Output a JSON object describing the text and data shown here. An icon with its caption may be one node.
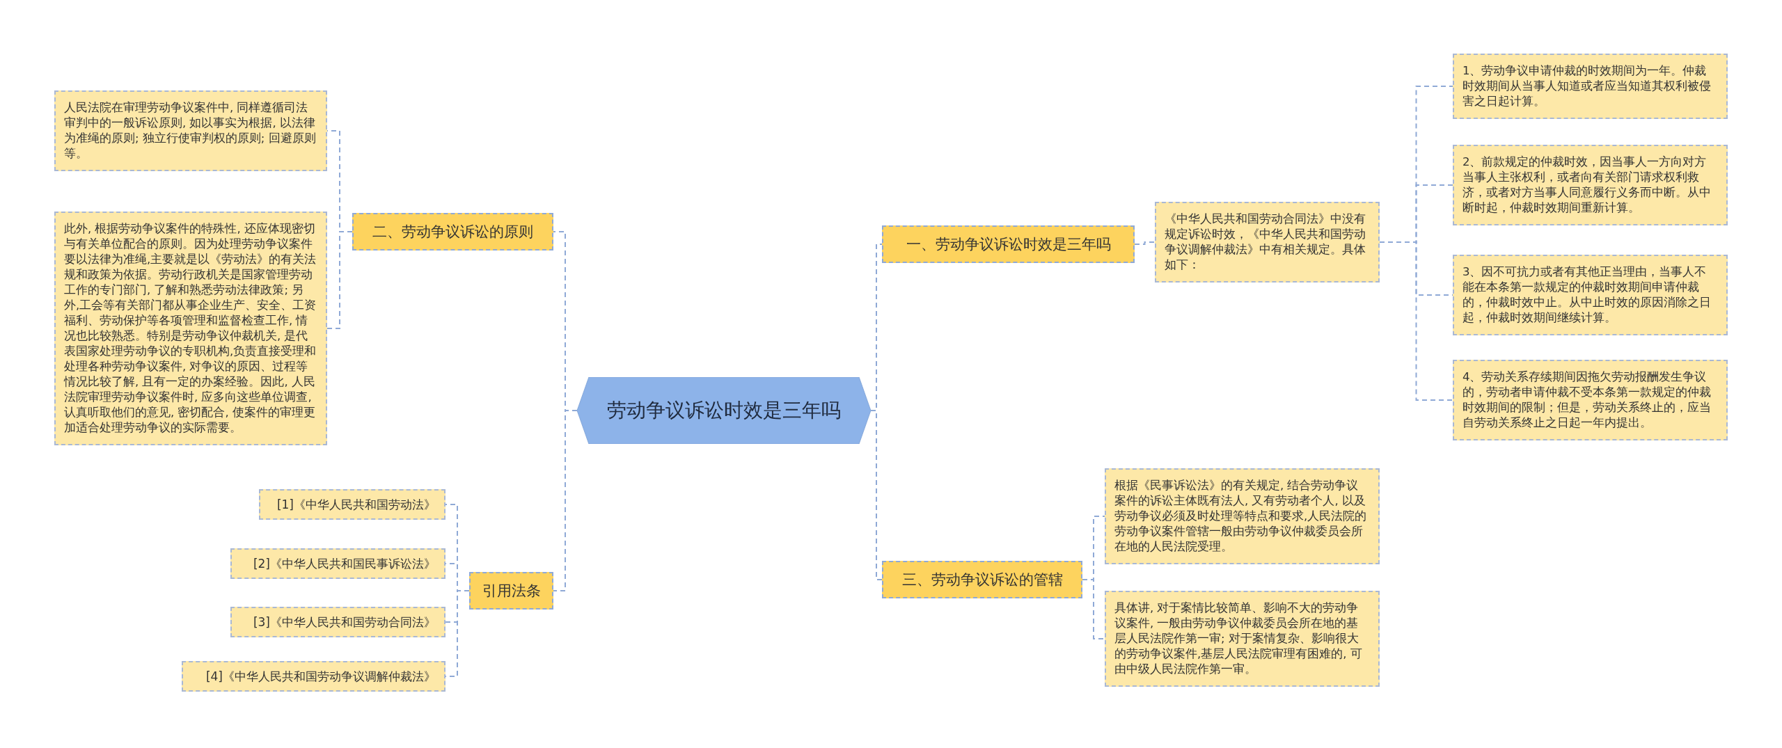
{
  "diagram": {
    "nodes": [
      {
        "text": [
          "劳动争议诉讼时效是三年吗"
        ]
      },
      {
        "text": [
          "一、劳动争议诉讼时效是三年吗"
        ]
      },
      {
        "text": [
          "《中华人民共和国劳动合同法》中没有规定诉讼时效，《中华人民共和国劳动争议调解仲裁法》中有相关规定。具体如下："
        ]
      },
      {
        "text": [
          "1、劳动争议申请仲裁的时效期间为一年。仲裁时效期间从当事人知道或者应当知道其权利被侵害之日起计算。"
        ]
      },
      {
        "text": [
          "2、前款规定的仲裁时效，因当事人一方向对方当事人主张权利，或者向有关部门请求权利救济，或者对方当事人同意履行义务而中断。从中断时起，仲裁时效期间重新计算。"
        ]
      },
      {
        "text": [
          "3、因不可抗力或者有其他正当理由，当事人不能在本条第一款规定的仲裁时效期间申请仲裁的，仲裁时效中止。从中止时效的原因消除之日起，仲裁时效期间继续计算。"
        ]
      },
      {
        "text": [
          "4、劳动关系存续期间因拖欠劳动报酬发生争议的，劳动者申请仲裁不受本条第一款规定的仲裁时效期间的限制；但是，劳动关系终止的，应当自劳动关系终止之日起一年内提出。"
        ]
      },
      {
        "text": [
          "三、劳动争议诉讼的管辖"
        ]
      },
      {
        "text": [
          "根据《民事诉讼法》的有关规定, 结合劳动争议案件的诉讼主体既有法人, 又有劳动者个人, 以及劳动争议必须及时处理等特点和要求,人民法院的劳动争议案件管辖一般由劳动争议仲裁委员会所在地的人民法院受理。"
        ]
      },
      {
        "text": [
          "具体讲, 对于案情比较简单、影响不大的劳动争议案件, 一般由劳动争议仲裁委员会所在地的基层人民法院作第一审; 对于案情复杂、影响很大的劳动争议案件,基层人民法院审理有困难的, 可由中级人民法院作第一审。"
        ]
      },
      {
        "text": [
          "二、劳动争议诉讼的原则"
        ]
      },
      {
        "text": [
          "人民法院在审理劳动争议案件中, 同样遵循司法审判中的一般诉讼原则, 如以事实为根据, 以法律为准绳的原则; 独立行使审判权的原则; 回避原则等。"
        ]
      },
      {
        "text": [
          "此外, 根据劳动争议案件的特殊性, 还应体现密切与有关单位配合的原则。因为处理劳动争议案件要以法律为准绳,主要就是以《劳动法》的有关法规和政策为依据。劳动行政机关是国家管理劳动工作的专门部门, 了解和熟悉劳动法律政策; 另外,工会等有关部门都从事企业生产、安全、工资福利、劳动保护等各项管理和监督检查工作, 情况也比较熟悉。特别是劳动争议仲裁机关, 是代表国家处理劳动争议的专职机构,负责直接受理和处理各种劳动争议案件, 对争议的原因、过程等情况比较了解, 且有一定的办案经验。因此, 人民法院审理劳动争议案件时, 应多向这些单位调查,认真听取他们的意见, 密切配合, 使案件的审理更加适合处理劳动争议的实际需要。"
        ]
      },
      {
        "text": [
          "引用法条"
        ]
      },
      {
        "text": [
          "[1]《中华人民共和国劳动法》"
        ]
      },
      {
        "text": [
          "[2]《中华人民共和国民事诉讼法》"
        ]
      },
      {
        "text": [
          "[3]《中华人民共和国劳动合同法》"
        ]
      },
      {
        "text": [
          "[4]《中华人民共和国劳动争议调解仲裁法》"
        ]
      }
    ],
    "edges": [
      {
        "from": 0,
        "to": 1,
        "arrow": "none",
        "style": "dashed"
      },
      {
        "from": 1,
        "to": 2,
        "arrow": "none",
        "style": "dashed"
      },
      {
        "from": 2,
        "to": 3,
        "arrow": "none",
        "style": "dashed"
      },
      {
        "from": 2,
        "to": 4,
        "arrow": "none",
        "style": "dashed"
      },
      {
        "from": 2,
        "to": 5,
        "arrow": "none",
        "style": "dashed"
      },
      {
        "from": 2,
        "to": 6,
        "arrow": "none",
        "style": "dashed"
      },
      {
        "from": 0,
        "to": 7,
        "arrow": "none",
        "style": "dashed"
      },
      {
        "from": 7,
        "to": 8,
        "arrow": "none",
        "style": "dashed"
      },
      {
        "from": 7,
        "to": 9,
        "arrow": "none",
        "style": "dashed"
      },
      {
        "from": 0,
        "to": 10,
        "arrow": "none",
        "style": "dashed"
      },
      {
        "from": 10,
        "to": 11,
        "arrow": "none",
        "style": "dashed"
      },
      {
        "from": 10,
        "to": 12,
        "arrow": "none",
        "style": "dashed"
      },
      {
        "from": 0,
        "to": 13,
        "arrow": "none",
        "style": "dashed"
      },
      {
        "from": 13,
        "to": 14,
        "arrow": "none",
        "style": "dashed"
      },
      {
        "from": 13,
        "to": 15,
        "arrow": "none",
        "style": "dashed"
      },
      {
        "from": 13,
        "to": 16,
        "arrow": "none",
        "style": "dashed"
      },
      {
        "from": 13,
        "to": 17,
        "arrow": "none",
        "style": "dashed"
      }
    ]
  }
}
